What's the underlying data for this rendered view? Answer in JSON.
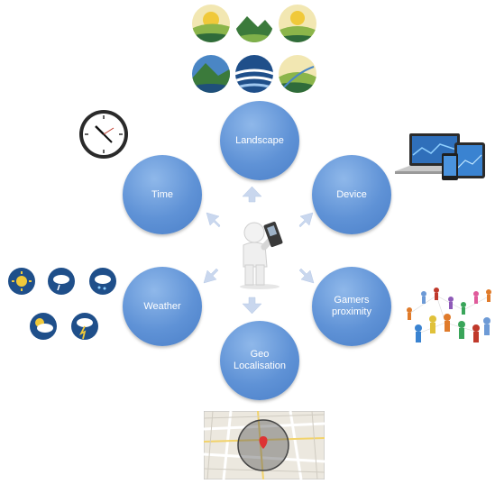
{
  "nodes": {
    "landscape": "Landscape",
    "time": "Time",
    "device": "Device",
    "weather": "Weather",
    "gamers": "Gamers\nproximity",
    "geo": "Geo\nLocalisation"
  },
  "colors": {
    "node": "#5f92d6",
    "arrow": "#c9d7ee"
  },
  "icons": [
    "landscape-thumbnails",
    "wall-clock-icon",
    "devices-laptop-tablet-phone",
    "weather-icons",
    "people-network",
    "map-radius",
    "person-with-phone"
  ]
}
